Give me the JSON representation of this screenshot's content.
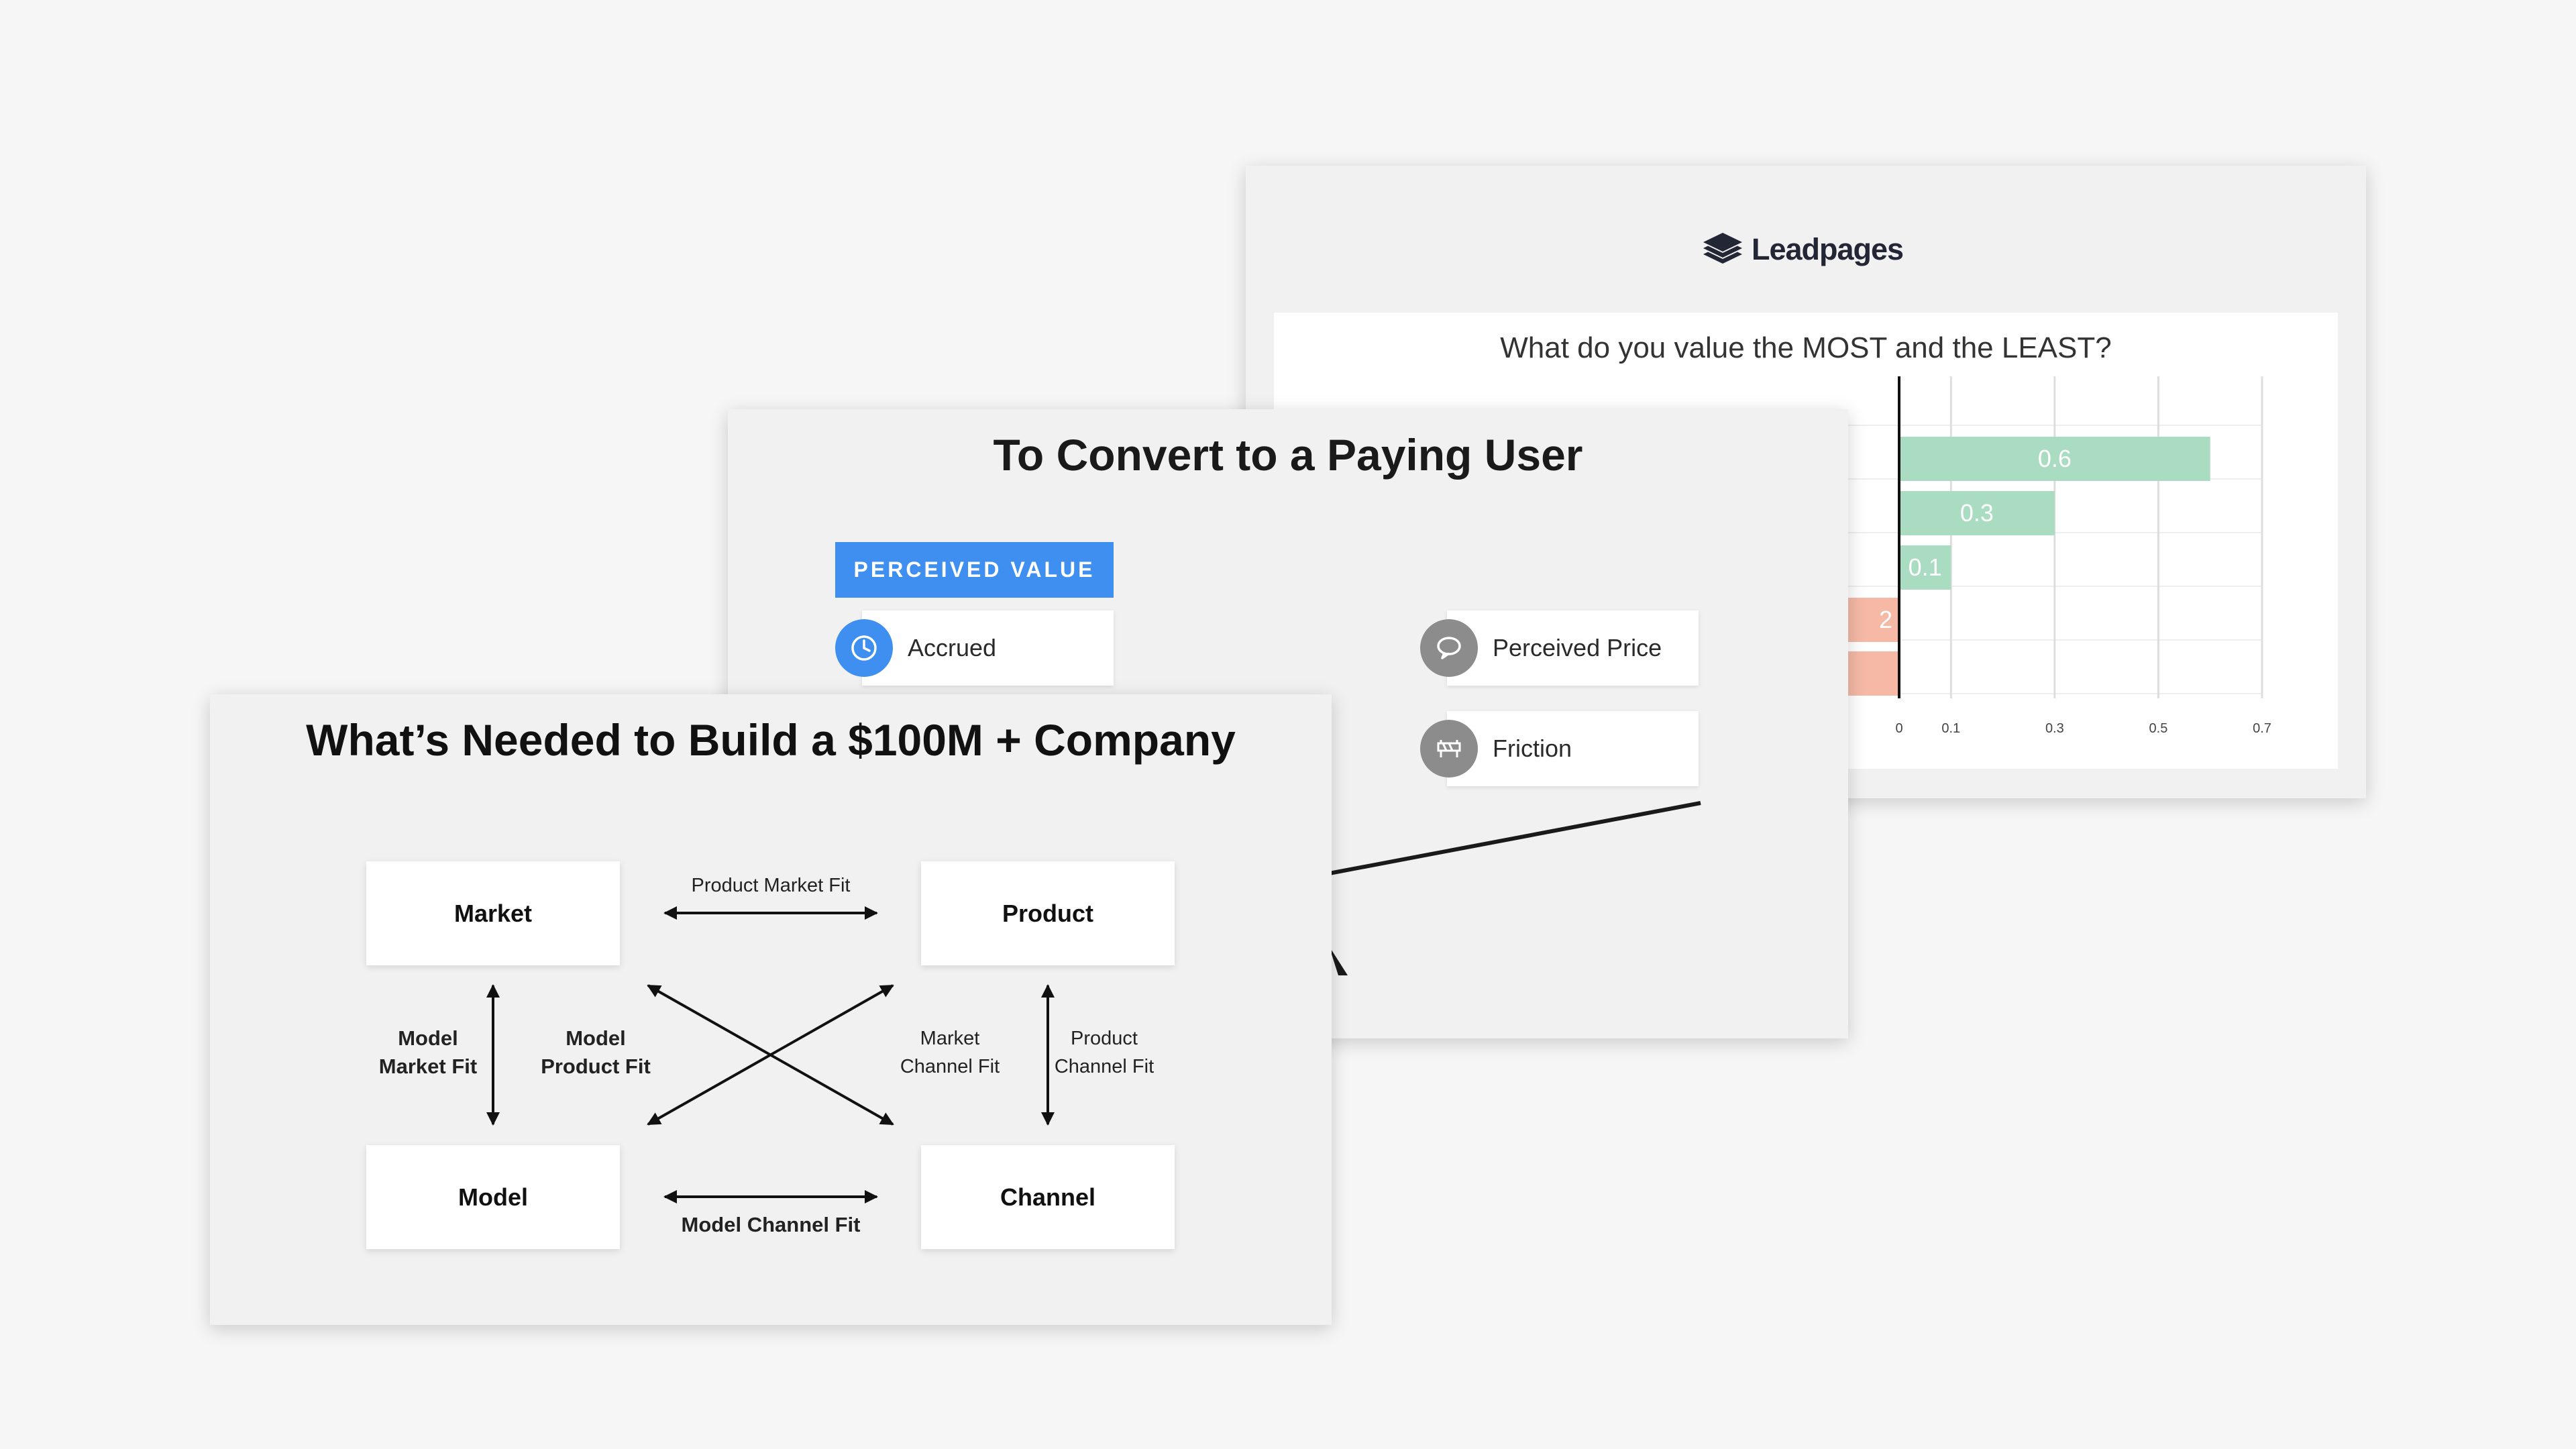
{
  "slides": {
    "leadpages": {
      "logo_text": "Leadpages",
      "question": "What do you value the MOST and the LEAST?",
      "chart_data": {
        "type": "bar",
        "orientation": "horizontal",
        "values_positive": [
          0.6,
          0.3,
          0.1
        ],
        "values_negative_visible_labels": [
          "2"
        ],
        "x_ticks": [
          "0",
          "0.1",
          "0.3",
          "0.5",
          "0.7"
        ],
        "grid": true,
        "colors": {
          "positive": "#a9dcc1",
          "negative": "#f5b9a6"
        }
      }
    },
    "convert": {
      "title": "To Convert to a Paying User",
      "perceived_value_header": "PERCEIVED VALUE",
      "items_left": [
        {
          "label": "Accrued",
          "icon": "clock-icon",
          "color": "#3f8ff0"
        }
      ],
      "items_right": [
        {
          "label": "Perceived Price",
          "icon": "speech-bubble-icon",
          "color": "#8c8c8c"
        },
        {
          "label": "Friction",
          "icon": "barrier-icon",
          "color": "#8c8c8c"
        }
      ]
    },
    "company": {
      "title": "What’s Needed to Build a $100M + Company",
      "nodes": {
        "market": "Market",
        "product": "Product",
        "model": "Model",
        "channel": "Channel"
      },
      "relations": {
        "product_market_fit": "Product Market Fit",
        "model_market_fit": [
          "Model",
          "Market Fit"
        ],
        "model_product_fit": [
          "Model",
          "Product Fit"
        ],
        "market_channel_fit": [
          "Market",
          "Channel Fit"
        ],
        "product_channel_fit": [
          "Product",
          "Channel Fit"
        ],
        "model_channel_fit": "Model Channel Fit"
      }
    }
  }
}
